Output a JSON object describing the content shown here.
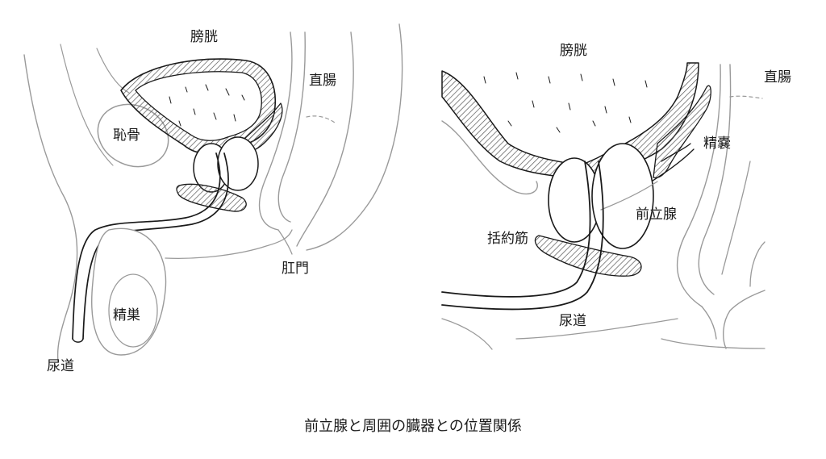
{
  "left_diagram": {
    "labels": {
      "bladder": "膀胱",
      "rectum": "直腸",
      "pubic_bone": "恥骨",
      "anus": "肛門",
      "testis": "精巣",
      "urethra": "尿道"
    }
  },
  "right_diagram": {
    "labels": {
      "bladder": "膀胱",
      "rectum": "直腸",
      "seminal_vesicle": "精嚢",
      "prostate": "前立腺",
      "sphincter": "括約筋",
      "urethra": "尿道"
    }
  },
  "caption": "前立腺と周囲の臓器との位置関係",
  "colors": {
    "ink": "#1a1a1a",
    "soft_line": "#9a9a9a",
    "hatch": "#555555"
  }
}
